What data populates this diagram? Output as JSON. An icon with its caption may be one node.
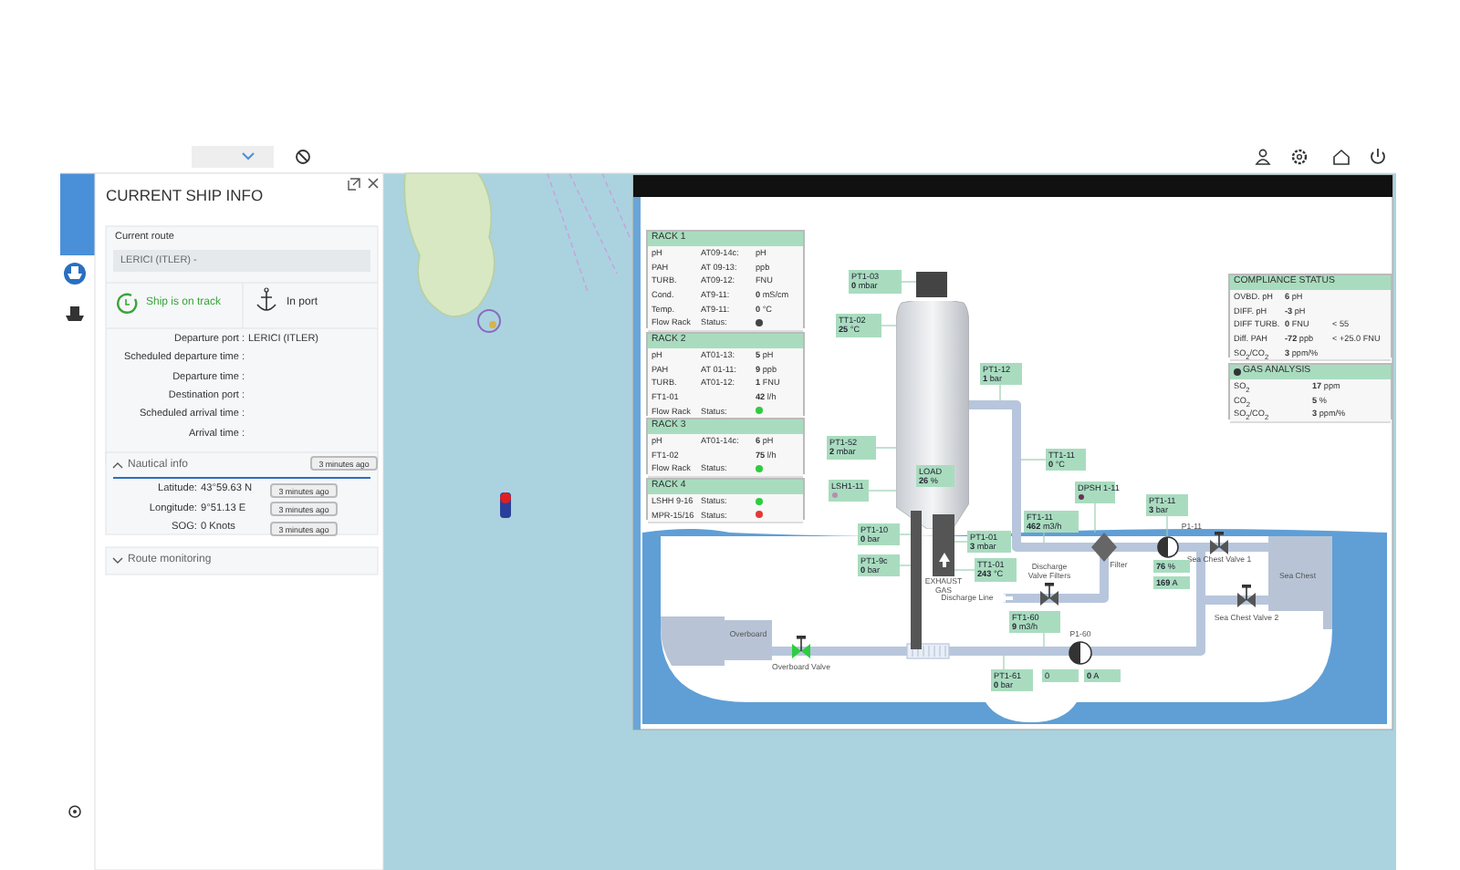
{
  "diagram": {
    "nodes": [
      {
        "text": [
          "PT1-03",
          "**0** mbar"
        ]
      },
      {
        "text": [
          "TT1-02",
          "**25** °C"
        ]
      },
      {
        "text": [
          "PT1-12",
          "**1** bar"
        ]
      },
      {
        "text": [
          "PT1-52",
          "**2** mbar"
        ]
      },
      {
        "text": [
          "TT1-11",
          "**0** °C"
        ]
      },
      {
        "text": [],
        "shape": "cylinder"
      },
      {
        "text": [
          "LOAD",
          "**26** %"
        ],
        "in": 5
      },
      {
        "text": [
          "LSH1-11"
        ]
      },
      {
        "text": [
          "DPSH 1-11"
        ]
      },
      {
        "text": [
          "FT1-11",
          "**462** m3/h"
        ]
      },
      {
        "text": [
          "PT1-11",
          "**3** bar"
        ]
      },
      {
        "text": [
          "PT1-10",
          "**0** bar"
        ]
      },
      {
        "text": [
          "PT1-9c",
          "**0** bar"
        ]
      },
      {
        "text": [
          "PT1-01",
          "**3** mbar"
        ]
      },
      {
        "text": [
          "TT1-01",
          "**243** °C"
        ]
      },
      {
        "text": [
          "FT1-60",
          "**9** m3/h"
        ]
      },
      {
        "text": [
          "PT1-61",
          "**0** bar"
        ]
      },
      {
        "text": [
          "**76** %"
        ]
      },
      {
        "text": [
          "**169** A"
        ]
      },
      {
        "text": [
          "0"
        ]
      },
      {
        "text": [
          "**0** A"
        ]
      },
      {
        "text": [],
        "shape": "bar"
      },
      {
        "text": [],
        "shape": "bar",
        "beside": [
          "EXHAUST GAS"
        ]
      },
      {
        "text": [],
        "shape": "diamond",
        "beside": [
          "Filter"
        ]
      },
      {
        "text": [],
        "shape": "box"
      },
      {
        "text": [],
        "shape": "circle",
        "beside": [
          "P1-11"
        ]
      }
    ],
    "edges": [
      {
        "from": 0,
        "to": 24,
        "arrow": "none"
      },
      {
        "from": 1,
        "to": 5,
        "arrow": "none"
      },
      {
        "from": 2,
        "to": null,
        "arrow": "none"
      },
      {
        "from": 3,
        "to": 5,
        "arrow": "none"
      },
      {
        "from": 4,
        "to": null,
        "arrow": "none"
      },
      {
        "from": 7,
        "to": 5,
        "arrow": "none"
      },
      {
        "from": 8,
        "to": 23,
        "arrow": "none"
      },
      {
        "from": 9,
        "to": null,
        "arrow": "none"
      },
      {
        "from": 10,
        "to": 25,
        "arrow": "none"
      },
      {
        "from": 11,
        "to": 21,
        "arrow": "none"
      },
      {
        "from": 12,
        "to": 21,
        "arrow": "none"
      },
      {
        "from": 13,
        "to": 22,
        "arrow": "none"
      },
      {
        "from": 14,
        "to": 22,
        "arrow": "none"
      },
      {
        "from": 15,
        "to": null,
        "arrow": "none"
      },
      {
        "from": 16,
        "to": null,
        "arrow": "none"
      }
    ],
    "labels": [
      "CURRENT SHIP INFO",
      "Current route",
      "LERICI (ITLER) -",
      "Ship is on track",
      "In port",
      "Departure port :",
      "LERICI (ITLER)",
      "Scheduled departure time :",
      "Departure time :",
      "Destination port :",
      "Scheduled arrival time :",
      "Arrival time :",
      "Nautical info",
      "3 minutes ago",
      "Latitude:",
      "43°59.63 N",
      "3 minutes ago",
      "Longitude:",
      "9°51.13 E",
      "3 minutes ago",
      "SOG:",
      "0 Knots",
      "3 minutes ago",
      "Route monitoring",
      "RACK 1",
      "pH",
      "AT09-14c:",
      "pH",
      "PAH",
      "AT 09-13:",
      "ppb",
      "TURB.",
      "AT09-12:",
      "FNU",
      "Cond.",
      "AT9-11:",
      "**0** mS/cm",
      "Temp.",
      "AT9-11:",
      "**0** °C",
      "Flow Rack",
      "Status:",
      "RACK 2",
      "pH",
      "AT01-13:",
      "**5** pH",
      "PAH",
      "AT 01-11:",
      "**9** ppb",
      "TURB.",
      "AT01-12:",
      "**1** FNU",
      "FT1-01",
      "**42** l/h",
      "Flow Rack",
      "Status:",
      "RACK 3",
      "pH",
      "AT01-14c:",
      "**6** pH",
      "FT1-02",
      "**75** l/h",
      "Flow Rack",
      "Status:",
      "RACK 4",
      "LSHH 9-16",
      "Status:",
      "MPR-15/16",
      "Status:",
      "COMPLIANCE STATUS",
      "OVBD. pH",
      "**6** pH",
      "DIFF. pH",
      "**-3** pH",
      "DIFF TURB.",
      "**0** FNU",
      "< 55",
      "Diff. PAH",
      "**-72** ppb",
      "< +25.0 FNU",
      "SO$_{2}$/CO$_{2}$",
      "**3** ppm/%",
      "GAS ANALYSIS",
      "SO$_{2}$",
      "**17** ppm",
      "CO$_{2}$",
      "**5** %",
      "SO$_{2}$/CO$_{2}$",
      "**3** ppm/%",
      "Discharge Valve Filters",
      "Discharge Line",
      "Sea Chest Valve 1",
      "Sea Chest",
      "Sea Chest Valve 2",
      "Overboard",
      "Overboard Valve",
      "P1-60"
    ]
  }
}
